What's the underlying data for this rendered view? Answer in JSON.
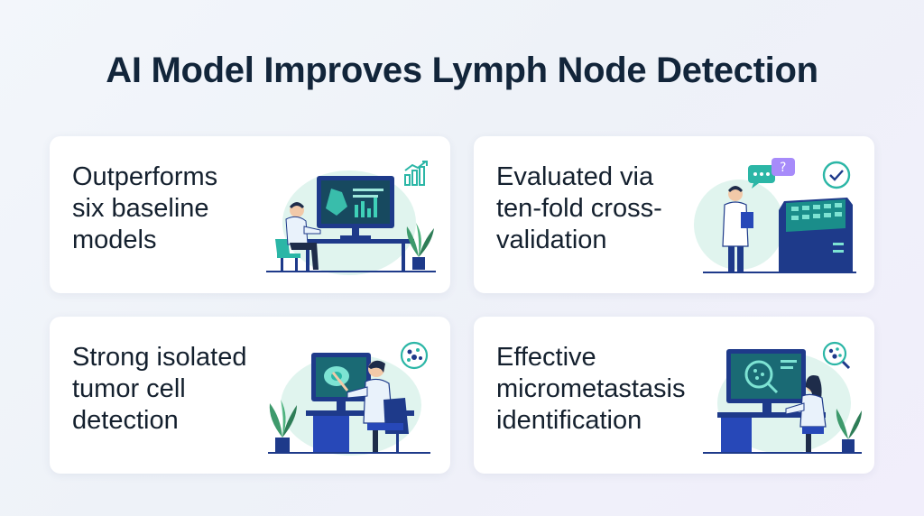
{
  "page": {
    "title": "AI Model Improves Lymph Node Detection"
  },
  "cards": [
    {
      "lines": [
        "Outperforms",
        "six baseline",
        "models"
      ],
      "icon": "bar-chart-icon"
    },
    {
      "lines": [
        "Evaluated via",
        "ten-fold cross-",
        "validation"
      ],
      "icon": "check-circle-icon"
    },
    {
      "lines": [
        "Strong isolated",
        "tumor cell",
        "detection"
      ],
      "icon": "cell-cluster-icon"
    },
    {
      "lines": [
        "Effective",
        "micrometastasis",
        "identification"
      ],
      "icon": "cell-cluster-icon"
    }
  ],
  "colors": {
    "title": "#12253a",
    "navy": "#1e3a8a",
    "blue": "#2748b8",
    "teal": "#2bb6a6",
    "green": "#3e9a6c",
    "mint": "#d7f1ea",
    "purple": "#a78bfa"
  }
}
